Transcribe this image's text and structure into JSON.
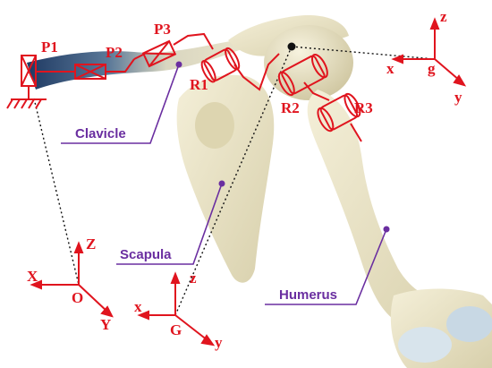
{
  "anatomy": {
    "clavicle": "Clavicle",
    "scapula": "Scapula",
    "humerus": "Humerus"
  },
  "joints": {
    "p1": "P1",
    "p2": "P2",
    "p3": "P3",
    "r1": "R1",
    "r2": "R2",
    "r3": "R3"
  },
  "frame_o": {
    "origin": "O",
    "x": "X",
    "y": "Y",
    "z": "Z"
  },
  "frame_G": {
    "origin": "G",
    "x": "x",
    "y": "y",
    "z": "z"
  },
  "frame_g": {
    "origin": "g",
    "x": "x",
    "y": "y",
    "z": "z"
  },
  "colors": {
    "mechanism": "#e0141e",
    "annotation": "#6a2ea0",
    "bone": "#e9e3c6",
    "clavicle_shadow": "#2e4f78"
  }
}
